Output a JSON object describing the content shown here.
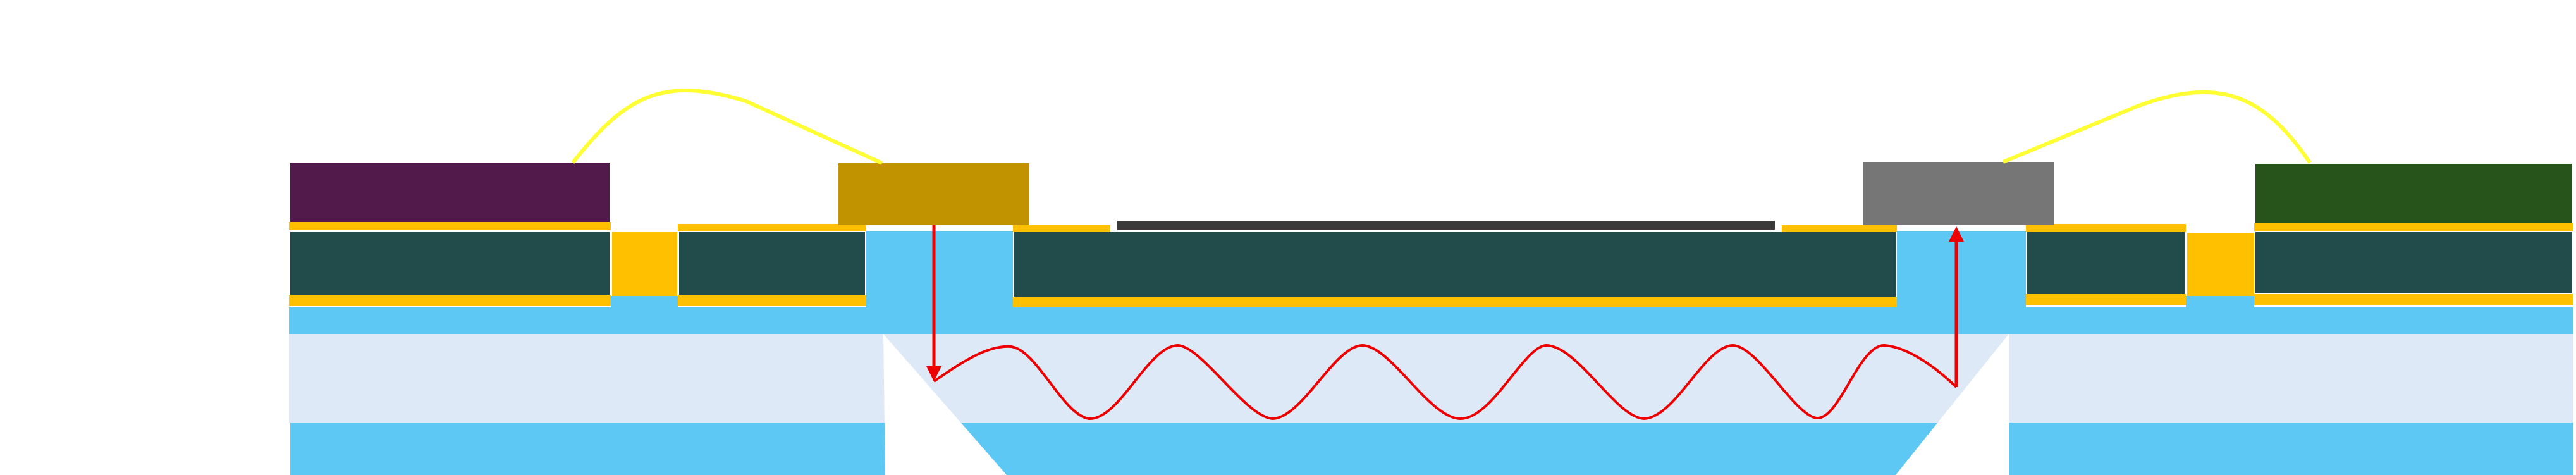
{
  "colors": {
    "background": "#ffffff",
    "substrate_blue": "#5ec8f5",
    "cladding_light": "#dde9f6",
    "core_dark": "#224b4c",
    "gold": "#ffc000",
    "chip_purple": "#511a4a",
    "chip_gold": "#c19300",
    "chip_gray": "#767676",
    "chip_green": "#27541b",
    "bar_dark": "#3a3a3a",
    "wire": "#ffff33",
    "signal": "#ee0000",
    "mirror_cut": "#ffffff"
  },
  "icons": {
    "light_source_block": "laser-emitter",
    "detector_block": "photodetector",
    "bond_wire": "wire-bond",
    "beam_arrow": "arrow",
    "waveguide_ray": "sine-wave"
  }
}
